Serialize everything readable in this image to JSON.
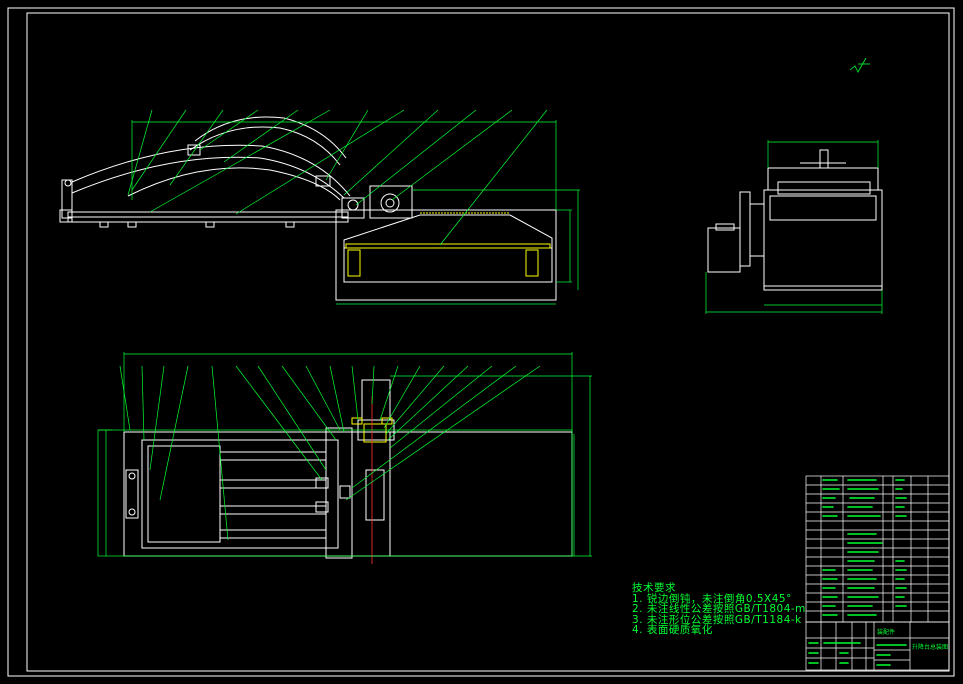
{
  "technical_requirements": {
    "heading": "技术要求",
    "items": [
      "1. 锐边倒钝，未注倒角0.5X45°",
      "2. 未注线性公差按照GB/T1804-m",
      "3. 未注形位公差按照GB/T1184-k",
      "4. 表面硬质氧化"
    ]
  },
  "title_block": {
    "label_assembly": "装配件",
    "label_drawing": "升降台总装图"
  },
  "colors": {
    "background": "#000000",
    "outline": "#ffffff",
    "leader": "#00ff33",
    "text": "#00ff33",
    "hidden": "#ffff00",
    "axis": "#ff3333",
    "section_fill": "#ffff00"
  }
}
